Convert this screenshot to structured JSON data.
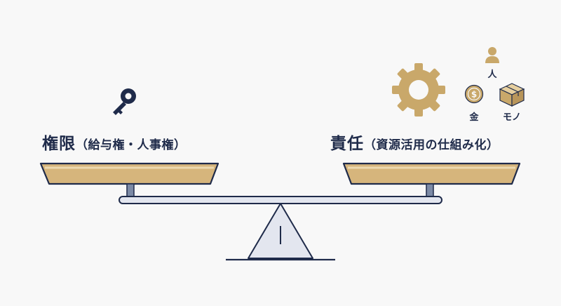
{
  "left": {
    "title": "権限",
    "detail": "（給与権・人事権）",
    "icon": "key-icon"
  },
  "right": {
    "title": "責任",
    "detail": "（資源活用の仕組み化）",
    "icons": [
      "gear-icon",
      "person-icon",
      "coin-icon",
      "box-icon"
    ],
    "resources": {
      "person": "人",
      "money": "金",
      "goods": "モノ"
    }
  },
  "colors": {
    "navy": "#1f2b4a",
    "gold": "#c9a86a",
    "gold_light": "#e6cf9f",
    "beam": "#e3e6ef",
    "background": "#f8f8f8"
  }
}
